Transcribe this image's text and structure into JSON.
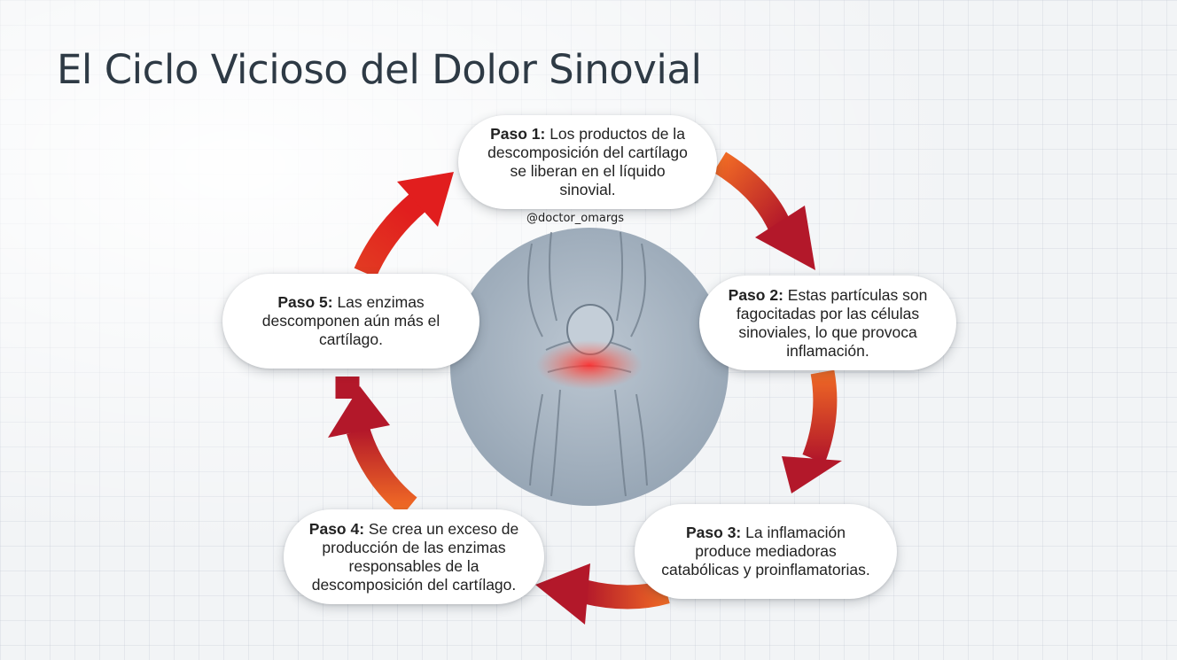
{
  "title": "El Ciclo Vicioso del Dolor Sinovial",
  "watermark": "@doctor_omargs",
  "colors": {
    "arrow_light": "#f06a25",
    "arrow_dark": "#b3182a",
    "arrow_red": "#e11e1e",
    "center_disc": "#a3b1bf",
    "inflammation_glow": "#ff2a2a"
  },
  "center_image": "knee-joint-inflammation-illustration",
  "steps": [
    {
      "label": "Paso 1:",
      "text": "Los productos de la descomposición del cartílago se liberan en el líquido sinovial."
    },
    {
      "label": "Paso 2:",
      "text": "Estas partículas son fagocitadas por las células sinoviales, lo que provoca inflamación."
    },
    {
      "label": "Paso 3:",
      "text": "La inflamación produce mediadoras catabólicas y proinflamatorias."
    },
    {
      "label": "Paso 4:",
      "text": "Se crea un exceso de producción de las enzimas responsables de la descomposición del cartílago."
    },
    {
      "label": "Paso 5:",
      "text": "Las enzimas descomponen aún más el cartílago."
    }
  ]
}
